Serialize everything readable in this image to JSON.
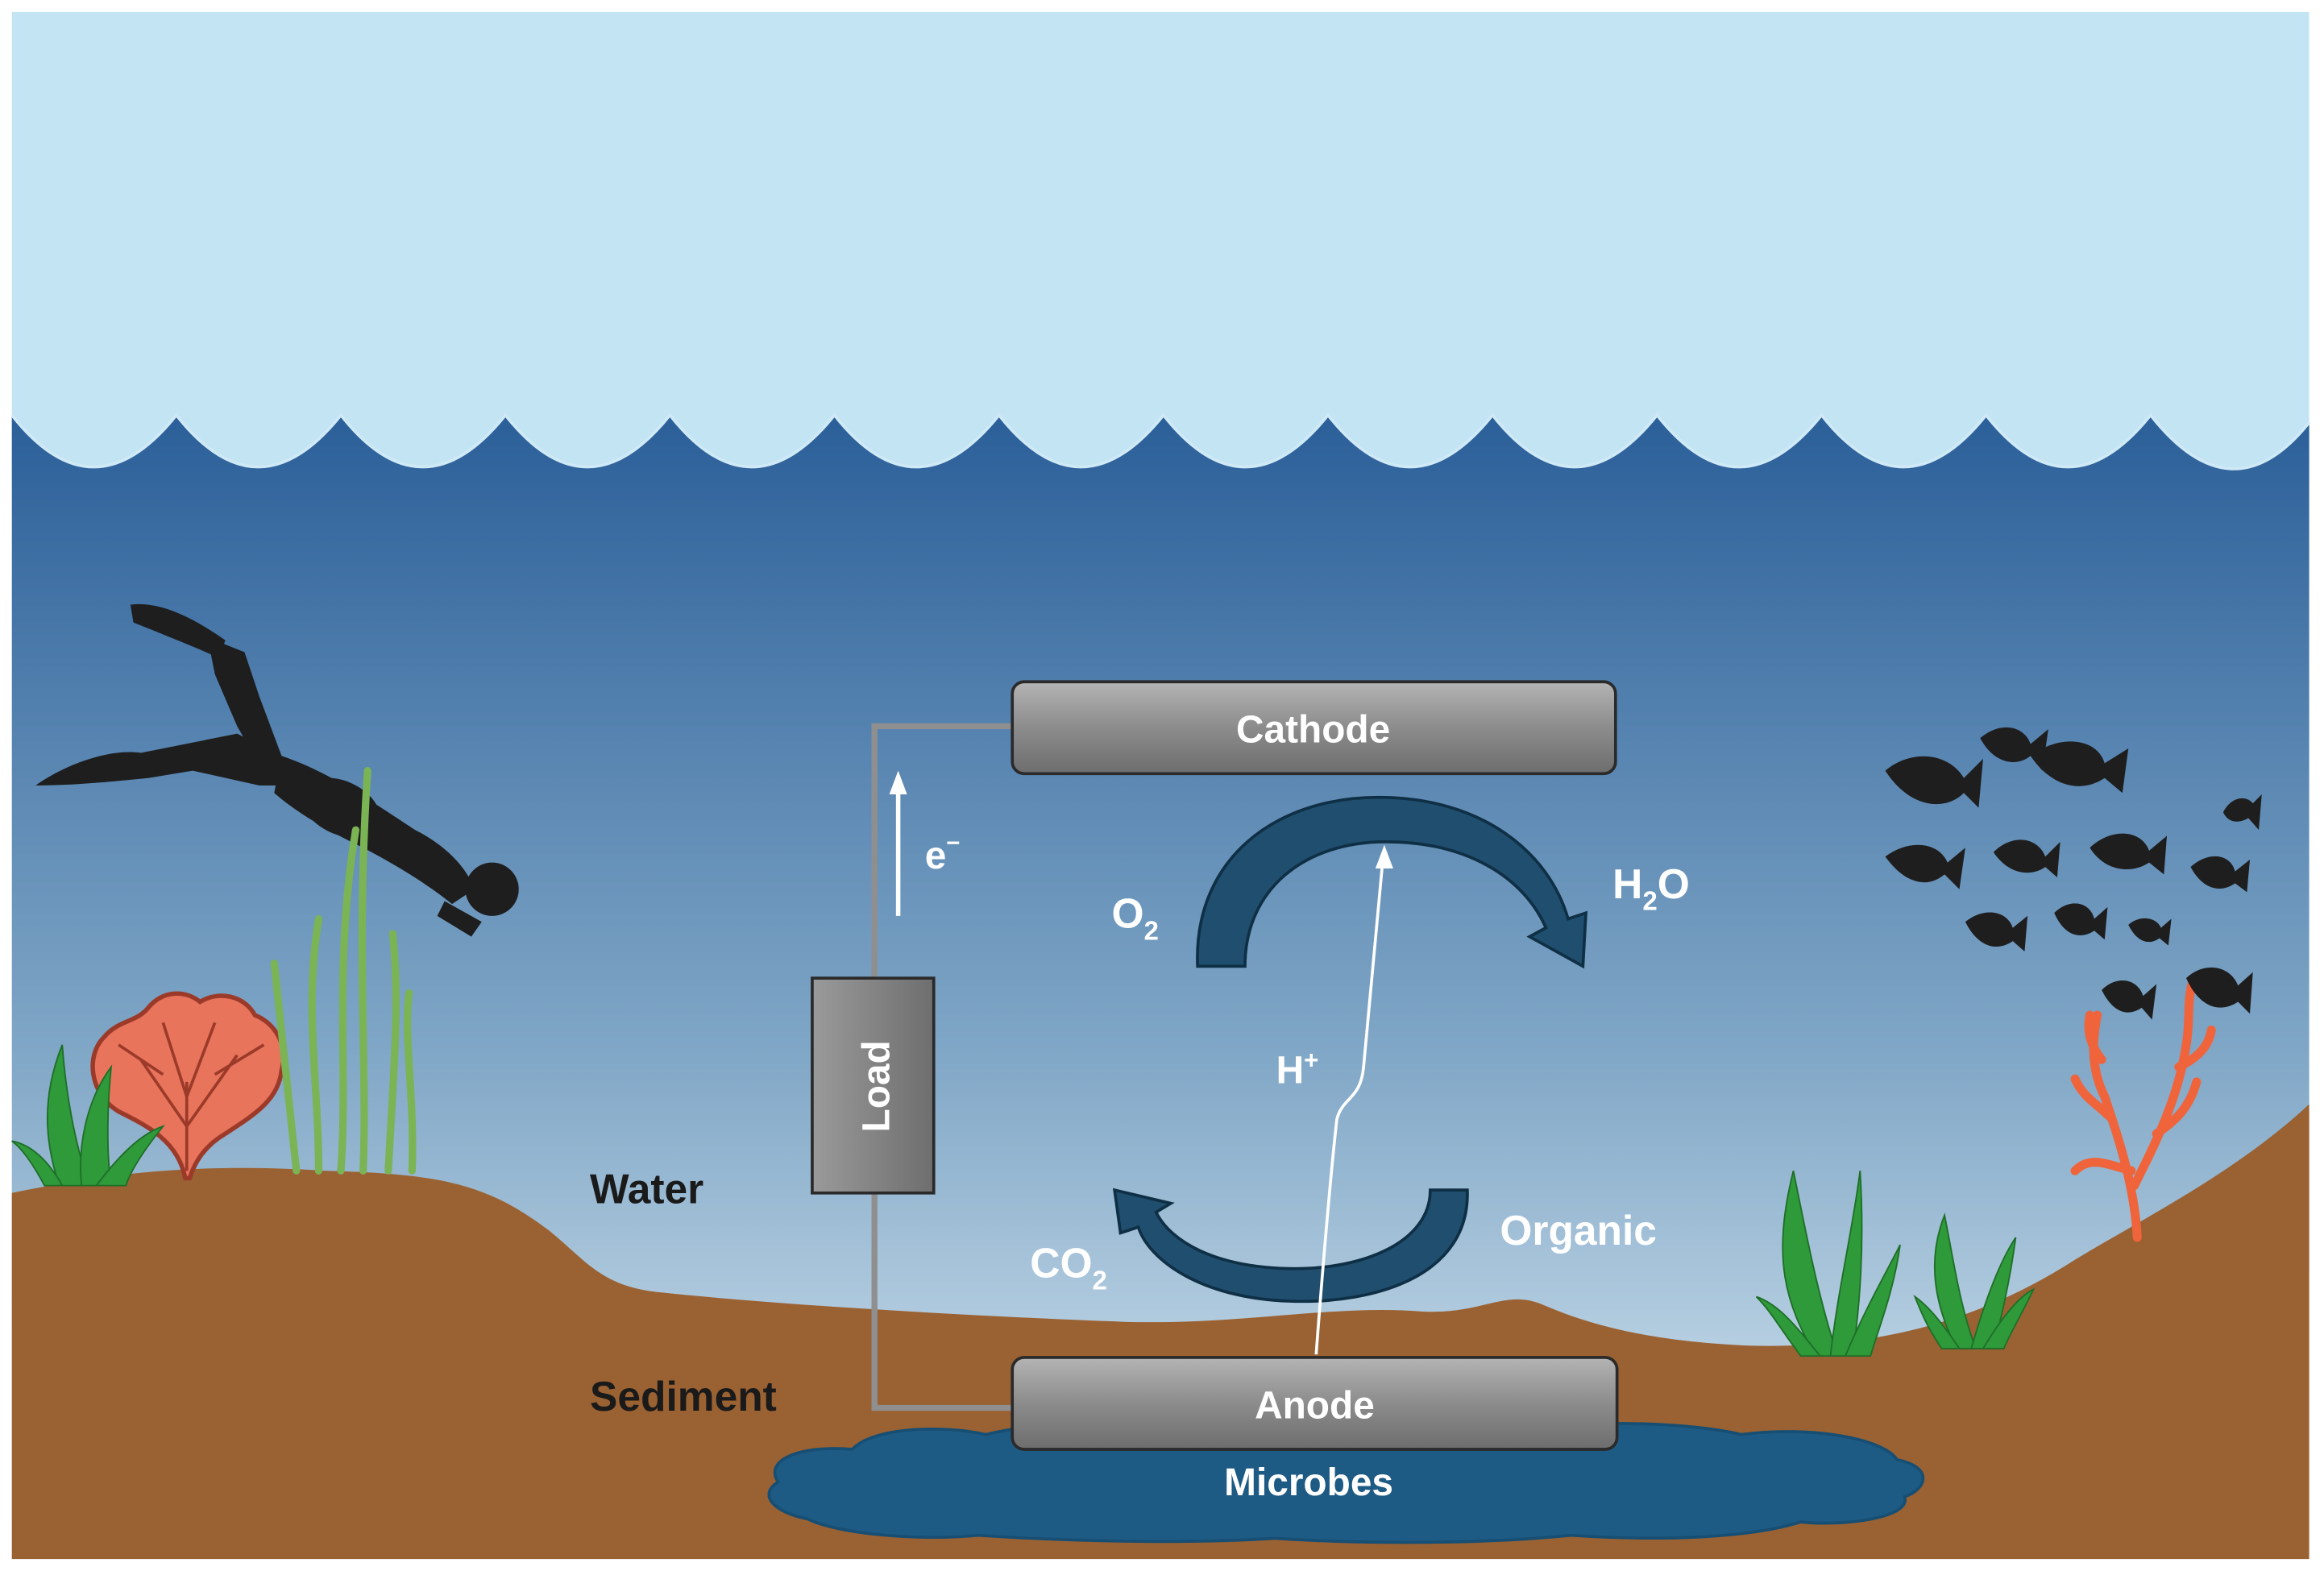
{
  "diagram": {
    "electrodes": {
      "cathode": "Cathode",
      "anode": "Anode",
      "load": "Load"
    },
    "layers": {
      "water": "Water",
      "sediment": "Sediment",
      "microbes": "Microbes"
    },
    "species": {
      "electron": {
        "base": "e",
        "sup": "−"
      },
      "oxygen": {
        "base": "O",
        "sub": "2"
      },
      "water_product": {
        "pre": "H",
        "sub": "2",
        "post": "O"
      },
      "proton": {
        "base": "H",
        "sup": "+"
      },
      "organic": "Organic",
      "carbon_dioxide": {
        "base": "CO",
        "sub": "2"
      }
    },
    "colors": {
      "sky": "#c3e4f3",
      "water_top": "#2b5f99",
      "water_bottom": "#d6e8f2",
      "sediment": "#9a6233",
      "electrode": "#8a8a8a",
      "cycle_arrow": "#1f4e6e",
      "microbes": "#1e5b84",
      "silhouette": "#1e1e1e"
    },
    "icons": [
      "scuba-diver-icon",
      "fish-school-icon",
      "coral-icon",
      "seagrass-icon"
    ]
  }
}
